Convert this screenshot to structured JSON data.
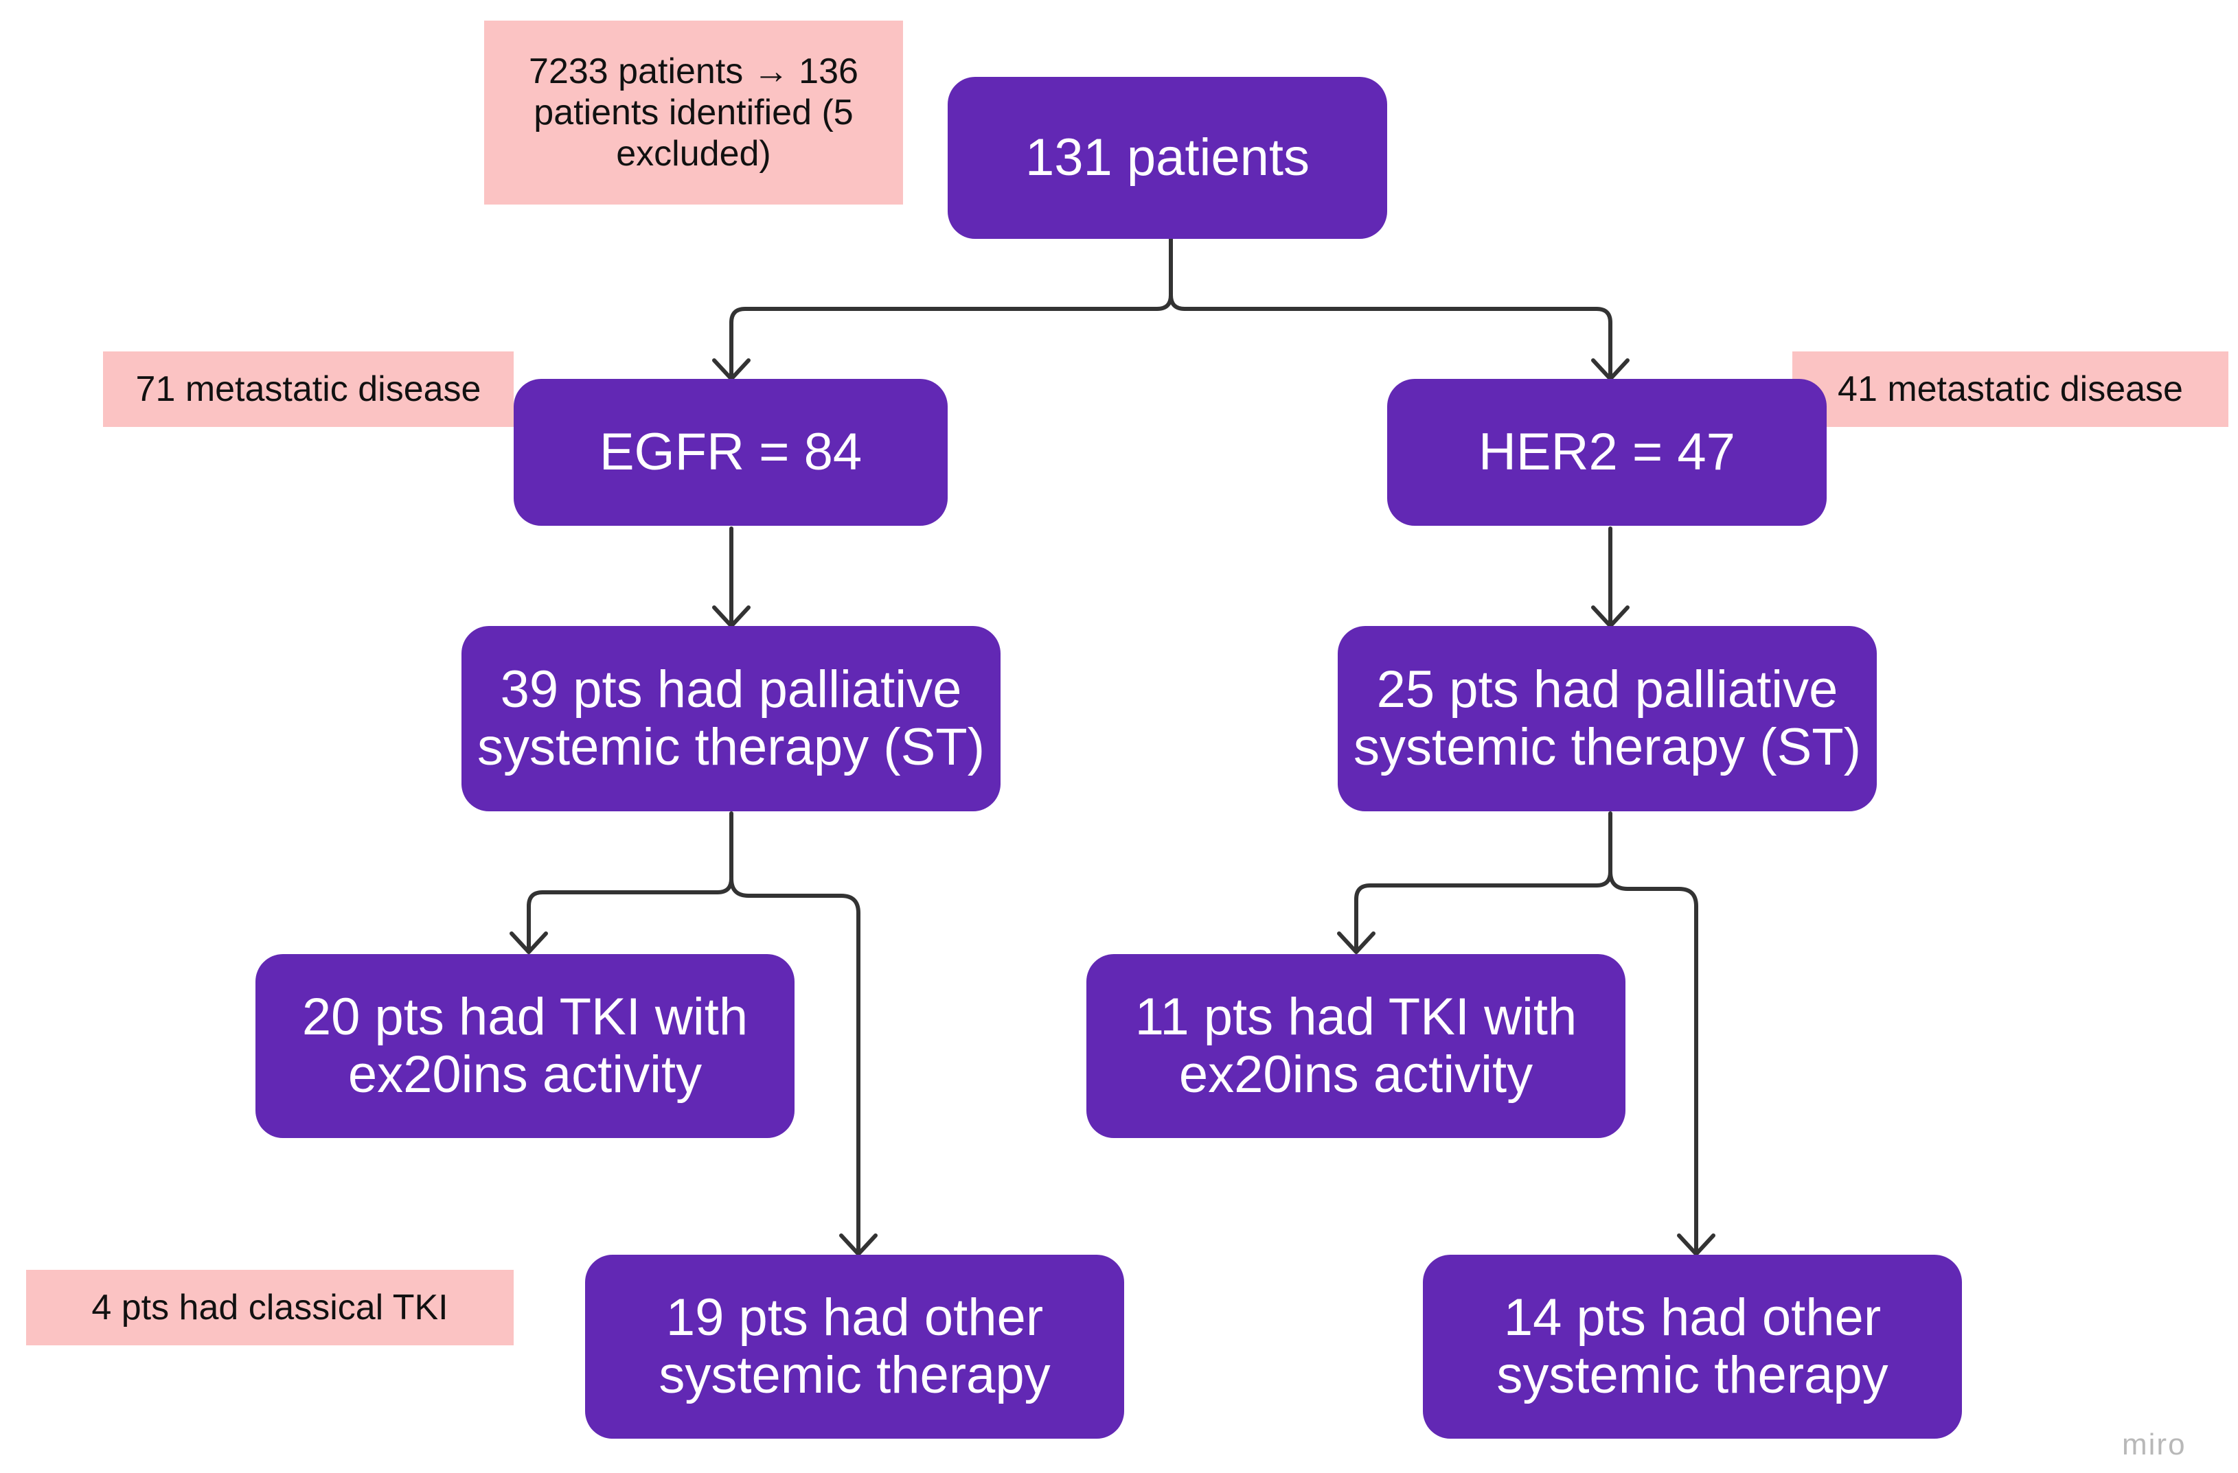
{
  "nodes": {
    "root": "131 patients",
    "egfr": "EGFR = 84",
    "her2": "HER2 = 47",
    "egfr_st": "39 pts had palliative systemic therapy (ST)",
    "her2_st": "25 pts had palliative systemic therapy (ST)",
    "egfr_tki": "20 pts had TKI with ex20ins activity",
    "egfr_other": "19 pts had other systemic therapy",
    "her2_tki": "11 pts had TKI with ex20ins activity",
    "her2_other": "14 pts had other systemic therapy"
  },
  "notes": {
    "screening": "7233 patients → 136 patients identified (5 excluded)",
    "egfr_metastatic": "71 metastatic disease",
    "her2_metastatic": "41 metastatic disease",
    "classical_tki": "4 pts had classical TKI"
  },
  "watermark": "miro",
  "colors": {
    "node_fill": "#6228b4",
    "node_text": "#ffffff",
    "note_fill": "#fbc3c3",
    "connector": "#333333"
  }
}
